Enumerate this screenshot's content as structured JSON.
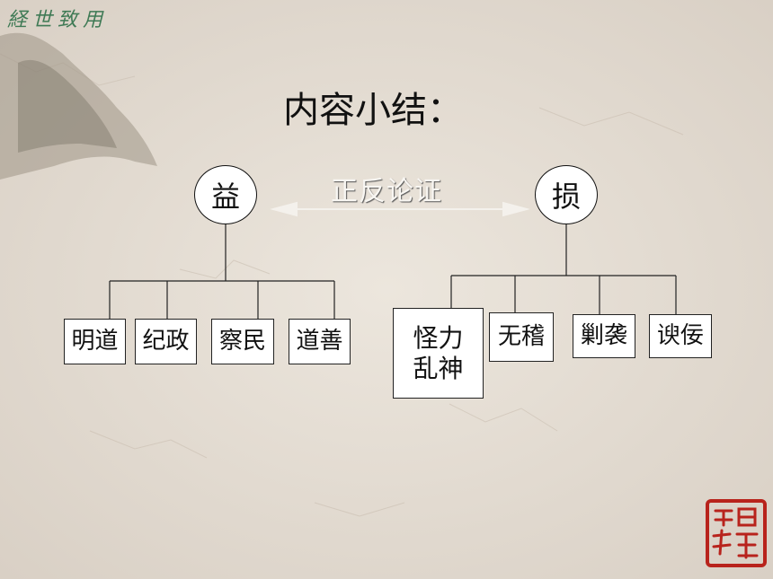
{
  "header": {
    "corner_title": "経世致用"
  },
  "main": {
    "title": "内容小结：",
    "left_node": "益",
    "right_node": "损",
    "arrow_label": "正反论证"
  },
  "left_items": [
    "明道",
    "纪政",
    "察民",
    "道善"
  ],
  "right_items": [
    "怪力乱神",
    "无稽",
    "剿袭",
    "谀佞"
  ],
  "colors": {
    "ink": "#111111",
    "box_fill": "#ffffff",
    "seal_red": "#b8231c",
    "corner_green": "#3f7a55"
  }
}
